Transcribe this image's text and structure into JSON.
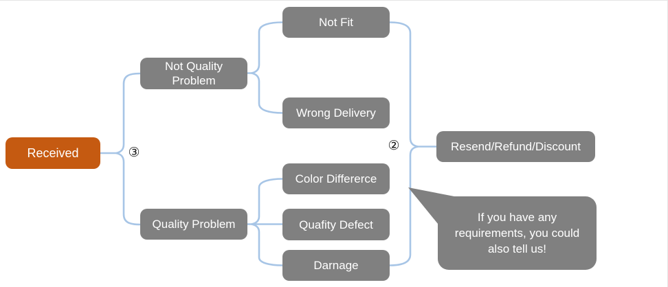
{
  "diagram": {
    "type": "flowchart",
    "nodes": {
      "received": {
        "label": "Received"
      },
      "not_quality_problem": {
        "label": "Not Quality Problem"
      },
      "not_fit": {
        "label": "Not Fit"
      },
      "wrong_delivery": {
        "label": "Wrong Delivery"
      },
      "color_difference": {
        "label": "Color Differerce"
      },
      "quality_problem": {
        "label": "Quality Problem"
      },
      "quality_defect": {
        "label": "Quafity Defect"
      },
      "damage": {
        "label": "Darnage"
      },
      "resolution": {
        "label": "Resend/Refund/Discount"
      }
    },
    "edges": [
      [
        "received",
        "not_quality_problem"
      ],
      [
        "received",
        "quality_problem"
      ],
      [
        "not_quality_problem",
        "not_fit"
      ],
      [
        "not_quality_problem",
        "wrong_delivery"
      ],
      [
        "quality_problem",
        "color_difference"
      ],
      [
        "quality_problem",
        "quality_defect"
      ],
      [
        "quality_problem",
        "damage"
      ],
      [
        "not_fit",
        "resolution"
      ],
      [
        "wrong_delivery",
        "resolution"
      ],
      [
        "color_difference",
        "resolution"
      ],
      [
        "quality_defect",
        "resolution"
      ],
      [
        "damage",
        "resolution"
      ]
    ],
    "markers": {
      "received_branch": "③",
      "resolution_branch": "②"
    },
    "callout": {
      "text": "If you have any\nrequirements, you could\nalso tell us!"
    },
    "colors": {
      "accent_orange": "#C55A11",
      "node_gray": "#808080",
      "connector_blue": "#A7C5E6",
      "text_white": "#FFFFFF"
    }
  }
}
